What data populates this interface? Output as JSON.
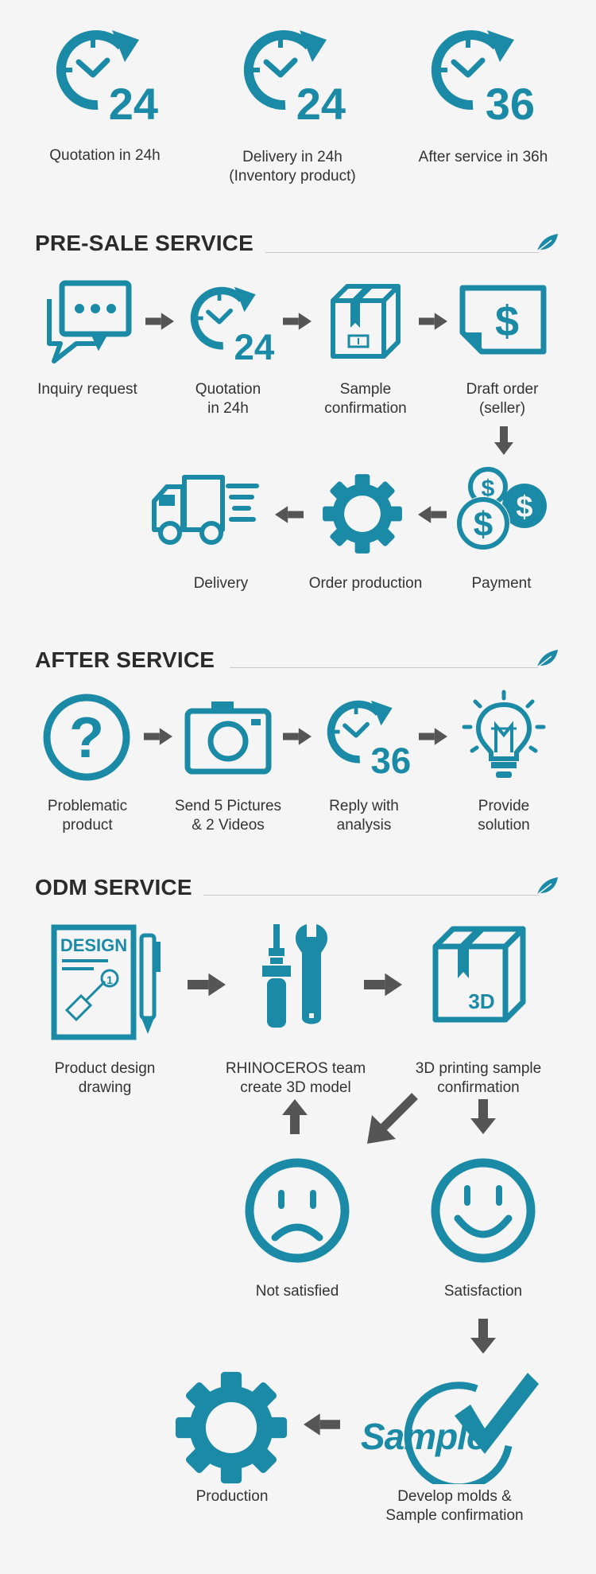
{
  "top": {
    "items": [
      {
        "label": "Quotation in 24h",
        "icon": "clock-24-icon",
        "number": "24"
      },
      {
        "label": "Delivery in 24h\n(Inventory product)",
        "icon": "clock-24-icon",
        "number": "24"
      },
      {
        "label": "After service in 36h",
        "icon": "clock-36-icon",
        "number": "36"
      }
    ]
  },
  "presale": {
    "title": "PRE-SALE SERVICE",
    "steps": [
      {
        "label": "Inquiry request",
        "icon": "chat-bubbles-icon"
      },
      {
        "label": "Quotation\nin 24h",
        "icon": "clock-24-icon",
        "number": "24"
      },
      {
        "label": "Sample\nconfirmation",
        "icon": "package-box-icon"
      },
      {
        "label": "Draft order\n(seller)",
        "icon": "dollar-document-icon",
        "symbol": "$"
      },
      {
        "label": "Payment",
        "icon": "coins-icon",
        "symbol": "$"
      },
      {
        "label": "Order production",
        "icon": "gear-icon"
      },
      {
        "label": "Delivery",
        "icon": "delivery-truck-icon"
      }
    ]
  },
  "after": {
    "title": "AFTER SERVICE",
    "steps": [
      {
        "label": "Problematic\nproduct",
        "icon": "question-icon",
        "symbol": "?"
      },
      {
        "label": "Send 5 Pictures\n& 2 Videos",
        "icon": "camera-icon"
      },
      {
        "label": "Reply with\nanalysis",
        "icon": "clock-36-icon",
        "number": "36"
      },
      {
        "label": "Provide\nsolution",
        "icon": "lightbulb-icon"
      }
    ]
  },
  "odm": {
    "title": "ODM SERVICE",
    "design_word": "DESIGN",
    "box_word": "3D",
    "sample_word": "Sample",
    "steps": [
      {
        "label": "Product design\ndrawing",
        "icon": "design-drawing-icon"
      },
      {
        "label": "RHINOCEROS team\ncreate 3D model",
        "icon": "tools-icon"
      },
      {
        "label": "3D printing sample\nconfirmation",
        "icon": "box-3d-icon"
      },
      {
        "label": "Not satisfied",
        "icon": "sad-face-icon"
      },
      {
        "label": "Satisfaction",
        "icon": "happy-face-icon"
      },
      {
        "label": "Develop molds &\nSample confirmation",
        "icon": "sample-check-icon"
      },
      {
        "label": "Production",
        "icon": "gear-icon"
      }
    ]
  },
  "colors": {
    "teal": "#1a8aa6",
    "arrow": "#555555",
    "text": "#333333",
    "rule": "#c9c9c9"
  }
}
